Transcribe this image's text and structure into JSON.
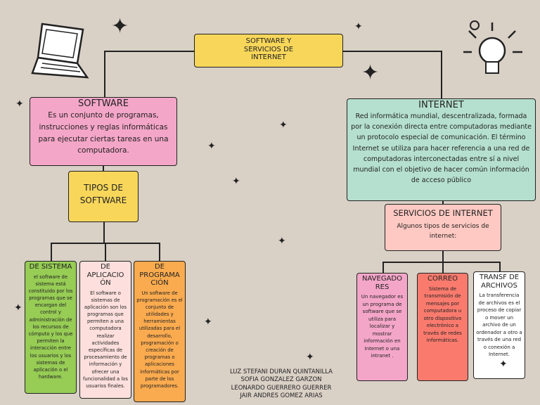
{
  "title": "SOFTWARE Y SERVICIOS DE INTERNET",
  "software": {
    "title": "SOFTWARE",
    "text": "Es un conjunto de programas, instrucciones y reglas informáticas para ejecutar ciertas tareas en una computadora."
  },
  "tipos": {
    "title": "TIPOS DE SOFTWARE"
  },
  "tipos_items": [
    {
      "title": "DE SISTEMA",
      "text": "el software de sistema está constituido por los programas que se encargan del control y administración de los recursos de cómputo y los que permiten la interacción entre los usuarios y los sistemas de aplicación o el hardware.",
      "color": "#97cc55"
    },
    {
      "title": "DE APLICACIO ÓN",
      "text": "El software o sistemas de aplicación son los programas que permiten a una computadora realizar actividades específicas de procesamiento de información y ofrecer una funcionalidad a los usuarios finales.",
      "color": "#fde0dd"
    },
    {
      "title": "DE PROGRAMA CIÓN",
      "text": "Un software de programación es el conjunto de utilidades y herramientas utilizadas para el desarrollo, programación o creación de programas o aplicaciones informáticas por parte de los programadores.",
      "color": "#fbab4f"
    }
  ],
  "internet": {
    "title": "INTERNET",
    "text": "Red informática mundial, descentralizada, formada por la conexión directa entre computadoras mediante un protocolo especial de comunicación. El término Internet se utiliza para hacer referencia a una red de computadoras interconectadas entre sí a nivel mundial con el objetivo de hacer común información de acceso público"
  },
  "servicios": {
    "title": "SERVICIOS DE INTERNET",
    "text": "Algunos tipos de servicios de internet:"
  },
  "servicios_items": [
    {
      "title": "NAVEGADO RES",
      "text": "Un navegador es un programa de software que se utiliza para localizar y mostrar información en Internet o una intranet .",
      "color": "#f4a6c8"
    },
    {
      "title": "CORREO",
      "text": "Sistema de transmisión de mensajes por computadora u otro dispositivo electrónico a través de redes informáticas.",
      "color": "#fa7b6e"
    },
    {
      "title": "TRANSF DE ARCHIVOS",
      "text": "La transferencia de archivos es el proceso de copiar o mover un archivo de un ordenador a otro a través de una red o conexión a Internet.",
      "color": "#ffffff"
    }
  ],
  "authors": [
    "LUZ STEFANI DURAN QUINTANILLA",
    "SOFIA GONZALEZ GARZON",
    "LEONARDO GUERRERO GUERRER",
    "JAIR ANDRES GOMEZ ARIAS"
  ],
  "icons": [
    "laptop-icon",
    "lightbulb-icon",
    "sparkle-icon",
    "star-icon"
  ]
}
